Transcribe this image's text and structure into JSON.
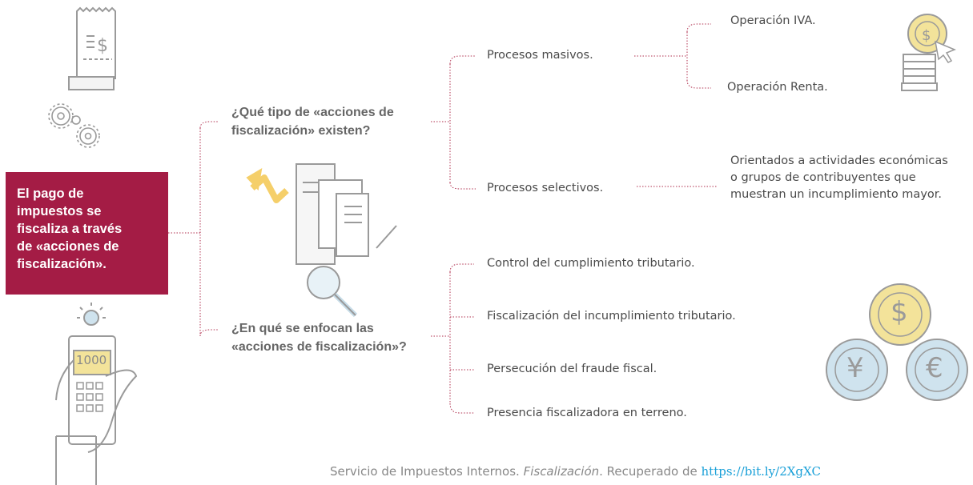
{
  "main_box": {
    "lines": [
      "El pago de",
      "impuestos se",
      "fiscaliza a través",
      "de «acciones de",
      "fiscalización»."
    ]
  },
  "question_1": {
    "line1": "¿Qué tipo de «acciones de",
    "line2": "fiscalización» existen?"
  },
  "question_2": {
    "line1": "¿En qué se enfocan las",
    "line2": "«acciones de fiscalización»?"
  },
  "types": {
    "masivos": "Procesos masivos.",
    "selectivos": "Procesos selectivos.",
    "iva": "Operación IVA.",
    "renta": "Operación Renta.",
    "selectivos_desc": [
      "Orientados a actividades económicas",
      "o grupos de contribuyentes que",
      "muestran un incumplimiento mayor."
    ]
  },
  "focus_items": [
    "Control del cumplimiento tributario.",
    "Fiscalización del incumplimiento tributario.",
    "Persecución del fraude fiscal.",
    "Presencia fiscalizadora en terreno."
  ],
  "calculator_display": "1000",
  "coin_symbols": {
    "dollar": "$",
    "yen": "¥",
    "euro": "€"
  },
  "citation": {
    "prefix": "Servicio de Impuestos Internos. ",
    "title": "Fiscalización",
    "middle": ". Recuperado de ",
    "link": "https://bit.ly/2XgXC"
  },
  "colors": {
    "accent": "#a41c45",
    "connector": "#b0304f",
    "icon_stroke": "#9a9a9a",
    "coin_yellow": "#f3e39a",
    "coin_blue": "#cfe3ee",
    "arrow_yellow": "#f5cf6a"
  }
}
